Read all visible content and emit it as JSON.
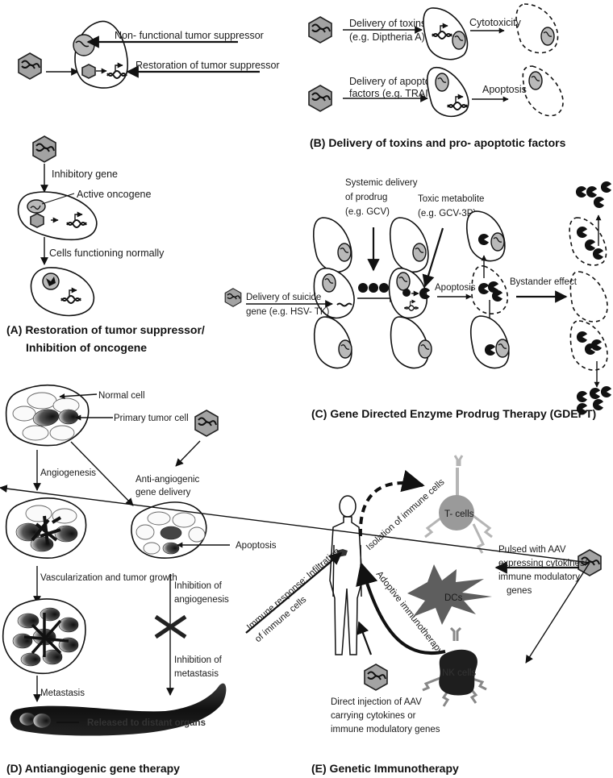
{
  "panels": {
    "A": {
      "title_line1": "(A) Restoration of tumor suppressor/",
      "title_line2": "Inhibition of oncogene",
      "labels": {
        "non_functional": "Non- functional tumor suppressor",
        "restoration": "Restoration of tumor suppressor",
        "inhibitory_gene": "Inhibitory gene",
        "active_oncogene": "Active oncogene",
        "cells_normal": "Cells functioning normally"
      }
    },
    "B": {
      "title": "(B) Delivery of toxins and pro- apoptotic factors",
      "labels": {
        "toxins_line1": "Delivery of toxins",
        "toxins_line2": "(e.g. Diptheria A)",
        "cytotoxicity": "Cytotoxicity",
        "apoptotic_line1": "Delivery of apoptotic",
        "apoptotic_line2": "factors (e.g. TRAIL)",
        "apoptosis": "Apoptosis"
      }
    },
    "C": {
      "title": "(C) Gene Directed Enzyme Prodrug Therapy (GDEPT)",
      "labels": {
        "systemic_line1": "Systemic delivery",
        "systemic_line2": "of prodrug",
        "systemic_line3": "(e.g. GCV)",
        "toxic_line1": "Toxic metabolite",
        "toxic_line2": "(e.g. GCV-3P)",
        "suicide_line1": "Delivery of suicide",
        "suicide_line2": "gene (e.g. HSV- TK)",
        "apoptosis": "Apoptosis",
        "bystander": "Bystander effect"
      }
    },
    "D": {
      "title": "(D) Antiangiogenic gene therapy",
      "labels": {
        "normal_cell": "Normal cell",
        "primary_tumor": "Primary tumor cell",
        "angiogenesis": "Angiogenesis",
        "anti_line1": "Anti-angiogenic",
        "anti_line2": "gene delivery",
        "apoptosis": "Apoptosis",
        "vascularization": "Vascularization and tumor growth",
        "inh_angio_line1": "Inhibition of",
        "inh_angio_line2": "angiogenesis",
        "inh_meta_line1": "Inhibition of",
        "inh_meta_line2": "metastasis",
        "metastasis": "Metastasis",
        "released": "Released to distant organs"
      }
    },
    "E": {
      "title": "(E) Genetic Immunotherapy",
      "labels": {
        "immune_line1": "Immune response; Infiltration",
        "immune_line2": "of immune cells",
        "isolation": "Isolation of immune cells",
        "t_cells": "T- cells",
        "dcs": "DCs",
        "nk_cells": "NK cells",
        "adoptive": "Adoptive immunotherapy",
        "pulsed_line1": "Pulsed with AAV",
        "pulsed_line2": "expressing cytokines/",
        "pulsed_line3": "immune modulatory",
        "pulsed_line4": "genes",
        "direct_line1": "Direct injection of AAV",
        "direct_line2": "carrying cytokines or",
        "direct_line3": "immune modulatory genes"
      }
    }
  },
  "colors": {
    "vector_fill": "#a3a3a3",
    "nucleus_fill": "#b9b9b9",
    "t_cell_fill": "#9a9a9a",
    "dc_fill": "#5e5e5e",
    "nk_fill": "#1e1e1e",
    "receptor": "#b5b5b5"
  }
}
